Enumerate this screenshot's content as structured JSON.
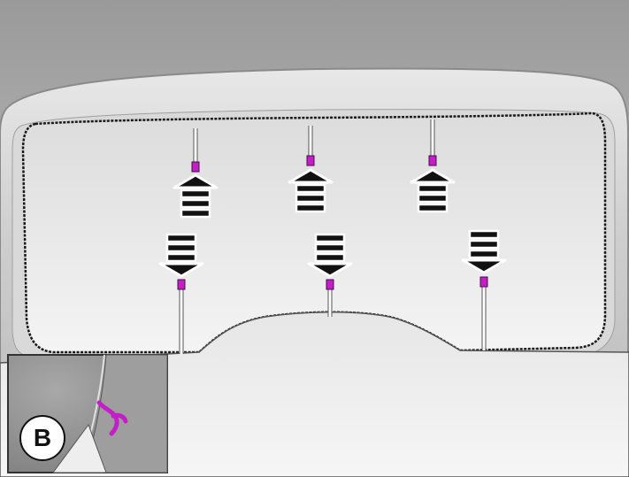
{
  "figure": {
    "inset_label": "B",
    "clip_color": "#c31fc7",
    "arrow_fill": "#111111",
    "arrow_outline": "#ffffff",
    "glass_color": "#ececec",
    "frame_color": "#bdbdbd",
    "clips_pointing_up": 3,
    "clips_pointing_down": 3,
    "icons": {
      "up_arrow": "up-arrow-icon",
      "down_arrow": "down-arrow-icon",
      "clip": "clip-icon"
    }
  }
}
